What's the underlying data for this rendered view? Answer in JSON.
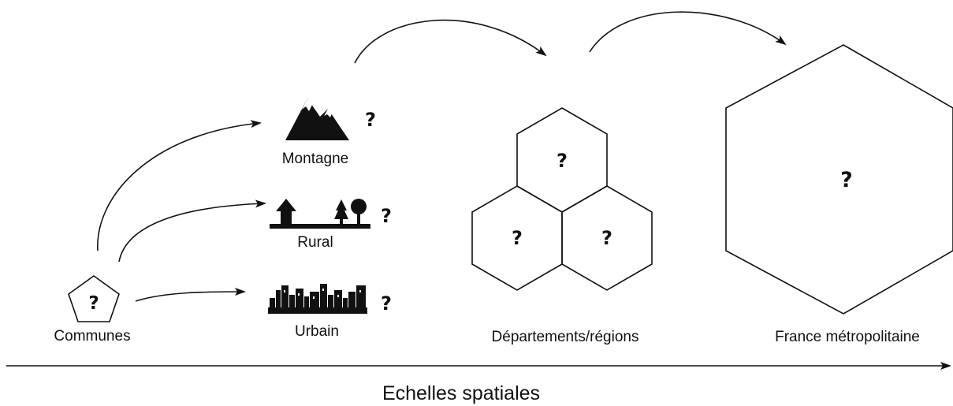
{
  "labels": {
    "communes": "Communes",
    "montagne": "Montagne",
    "rural": "Rural",
    "urbain": "Urbain",
    "departements": "Départements/régions",
    "france": "France métropolitaine",
    "axis": "Echelles spatiales"
  },
  "unknown_marker": "?",
  "icons": {
    "communes": "pentagon-icon",
    "montagne": "mountain-icon",
    "rural": "rural-landscape-icon",
    "urbain": "city-skyline-icon",
    "departements": "hexagon-cluster-icon",
    "france": "large-hexagon-icon"
  },
  "colors": {
    "ink": "#111111",
    "background": "#ffffff"
  }
}
